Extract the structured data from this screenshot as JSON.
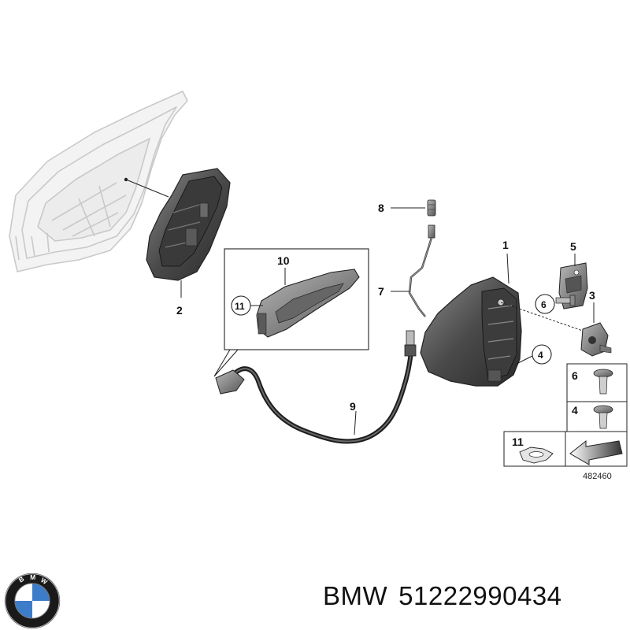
{
  "diagram": {
    "callouts": {
      "c1": "1",
      "c2": "2",
      "c3": "3",
      "c4": "4",
      "c5": "5",
      "c6": "6",
      "c7": "7",
      "c8": "8",
      "c9": "9",
      "c10": "10",
      "c11": "11"
    },
    "fastener_table": {
      "row1_label": "6",
      "row2_label": "4",
      "row3_label": "11"
    },
    "drawing_number": "482460"
  },
  "caption": {
    "brand": "BMW",
    "part_number": "51222990434"
  },
  "logo": {
    "letters": [
      "B",
      "M",
      "W"
    ],
    "colors": {
      "ring": "#1a1a1a",
      "blue": "#3d7cc9",
      "white": "#ffffff"
    }
  }
}
